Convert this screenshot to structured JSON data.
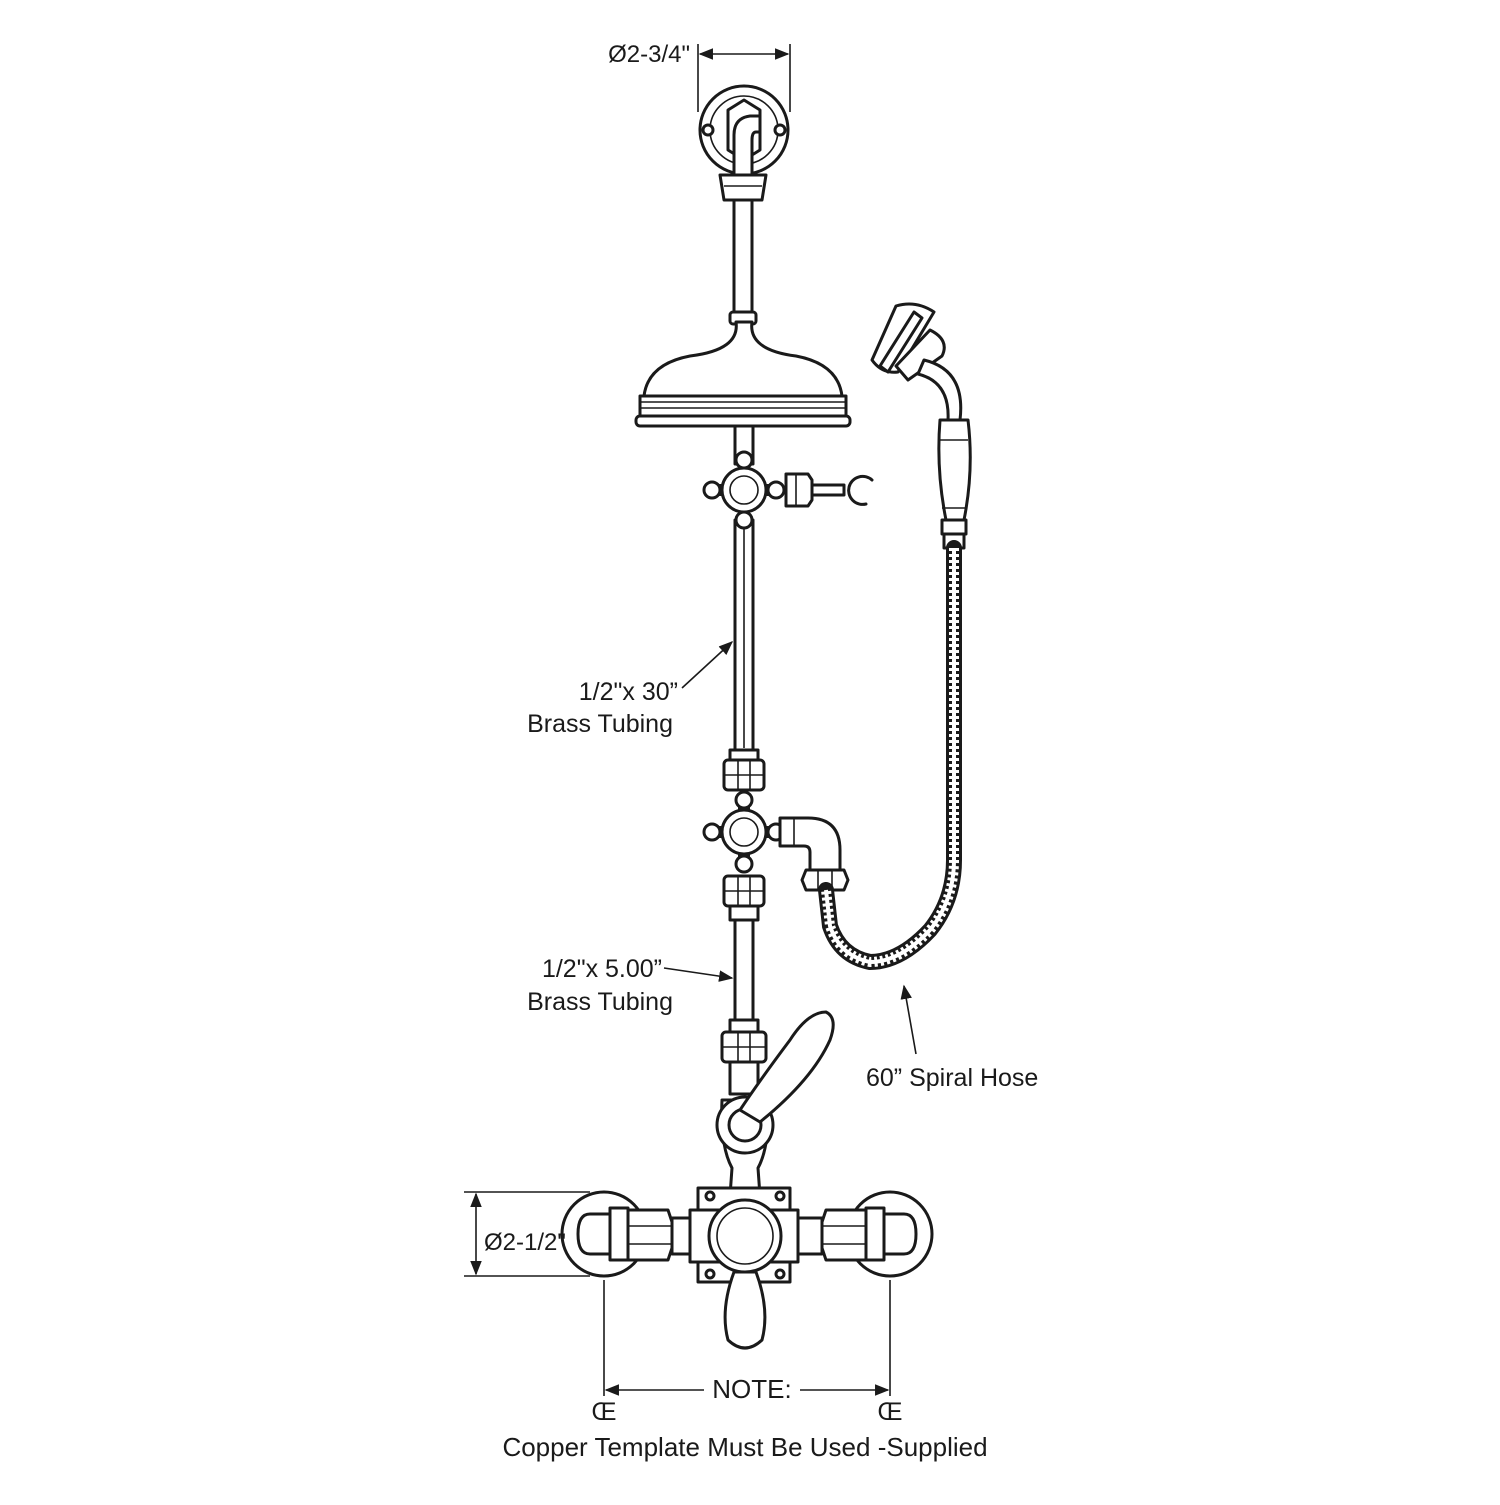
{
  "labels": {
    "head_arm_diameter": "Ø2-3/4\"",
    "upper_tubing_size": "1/2\"x 30”",
    "upper_tubing_material": "Brass Tubing",
    "lower_tubing_size": "1/2\"x 5.00”",
    "lower_tubing_material": "Brass Tubing",
    "hose": "60” Spiral Hose",
    "flange_diameter": "Ø2-1/2\"",
    "centerline_left": "Œ",
    "centerline_right": "Œ",
    "note_title": "NOTE:",
    "note_text": "Copper Template Must Be Used -Supplied"
  }
}
